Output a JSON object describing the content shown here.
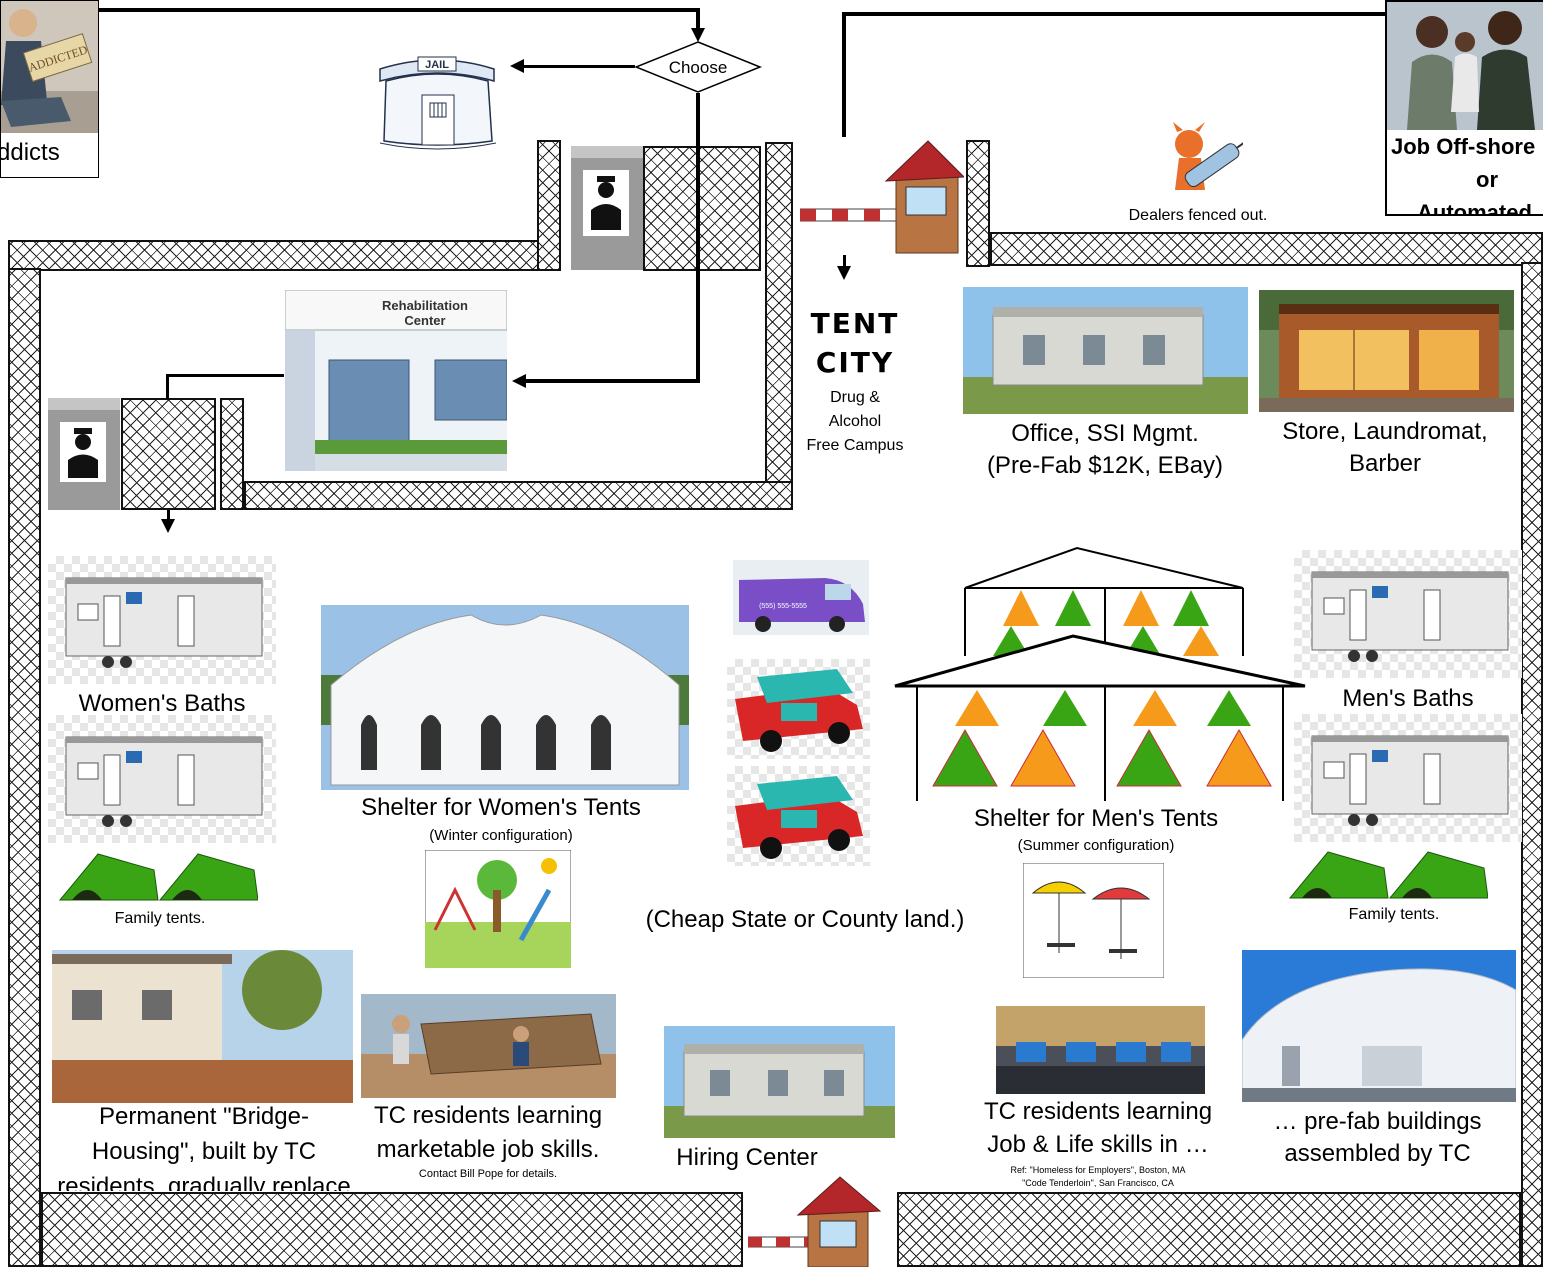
{
  "flow": {
    "choose": "Choose"
  },
  "addicts": {
    "label": "ddicts",
    "sign": "ADDICTED"
  },
  "jail": {
    "sign": "JAIL"
  },
  "rehab": {
    "sign_line1": "Rehabilitation",
    "sign_line2": "Center"
  },
  "family_photo": {
    "caption_line1": "Job Off-shore",
    "caption_line2": "or",
    "caption_line3": "Automated"
  },
  "dealers": {
    "caption": "Dealers fenced out."
  },
  "tent_city": {
    "title1": "TENT",
    "title2": "CITY",
    "sub1": "Drug &",
    "sub2": "Alcohol",
    "sub3": "Free Campus"
  },
  "office": {
    "caption1": "Office, SSI Mgmt.",
    "caption2": "(Pre-Fab $12K, EBay)"
  },
  "store": {
    "caption1": "Store, Laundromat,",
    "caption2": "Barber"
  },
  "womens_baths": {
    "caption": "Women's Baths"
  },
  "mens_baths": {
    "caption": "Men's Baths"
  },
  "women_shelter": {
    "caption": "Shelter for Women's Tents",
    "sub": "(Winter configuration)"
  },
  "men_shelter": {
    "caption": "Shelter for Men's Tents",
    "sub": "(Summer configuration)"
  },
  "family_tents_left": {
    "caption": "Family tents."
  },
  "family_tents_right": {
    "caption": "Family tents."
  },
  "land": {
    "caption": "(Cheap State or County land.)"
  },
  "bridge_housing": {
    "line1": "Permanent \"Bridge-",
    "line2": "Housing\", built by TC",
    "line3": "residents, gradually replace"
  },
  "job_skills": {
    "line1": "TC residents learning",
    "line2": "marketable job skills.",
    "contact": "Contact Bill Pope for details."
  },
  "hiring": {
    "caption": "Hiring Center"
  },
  "life_skills": {
    "line1": "TC residents learning",
    "line2": "Job & Life skills in …",
    "ref1": "Ref: \"Homeless for Employers\", Boston, MA",
    "ref2": "\"Code Tenderloin\", San Francisco, CA"
  },
  "prefab": {
    "line1": "… pre-fab buildings",
    "line2": "assembled by TC"
  },
  "van": {
    "text": "(555) 555-5555"
  },
  "colors": {
    "tent_green": "#3aa514",
    "tent_orange": "#f59a1a",
    "fence_line": "#222222",
    "truck_red": "#d92626",
    "truck_teal": "#2ab7b0"
  }
}
